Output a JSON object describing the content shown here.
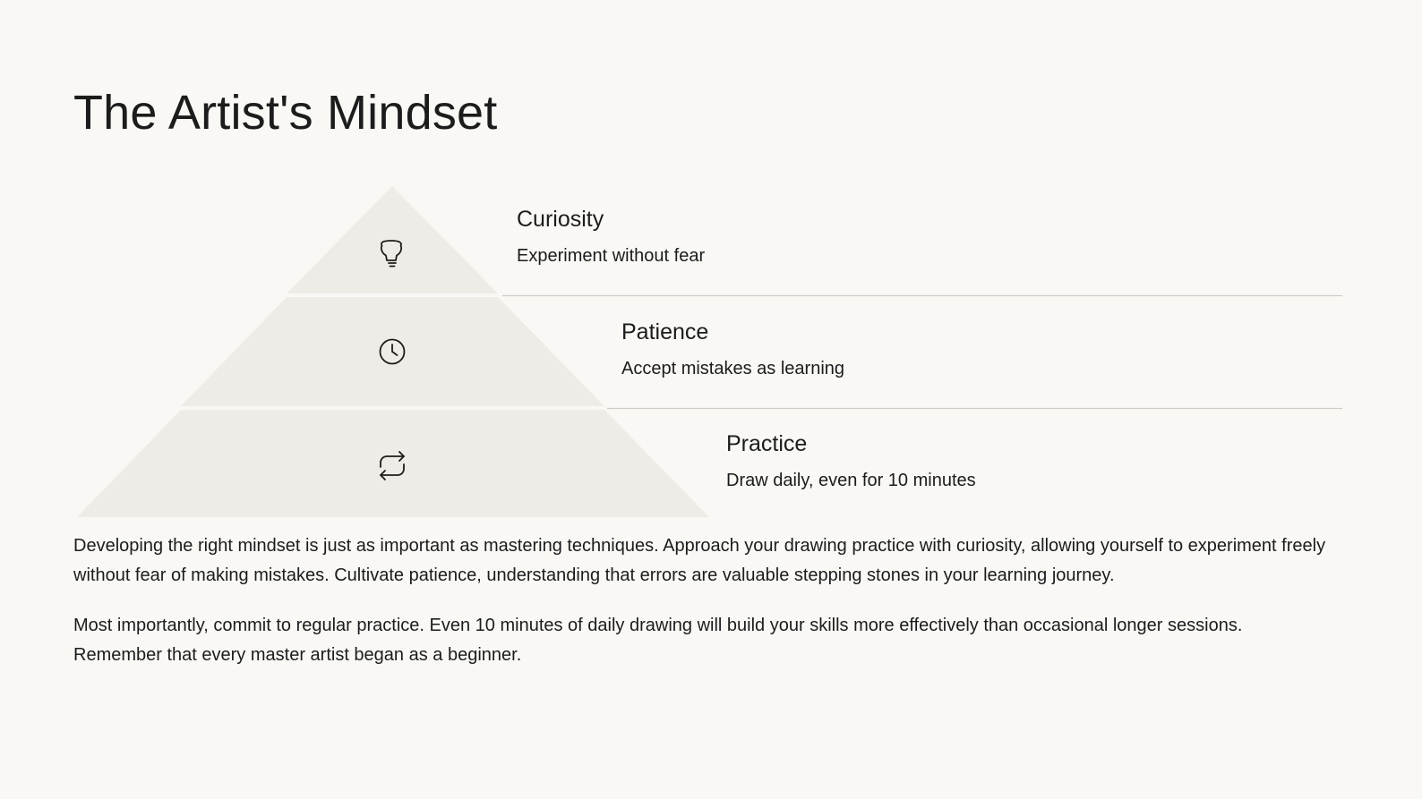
{
  "title": "The Artist's Mindset",
  "levels": [
    {
      "title": "Curiosity",
      "desc": "Experiment without fear",
      "icon": "lightbulb-icon"
    },
    {
      "title": "Patience",
      "desc": "Accept mistakes as learning",
      "icon": "clock-icon"
    },
    {
      "title": "Practice",
      "desc": "Draw daily, even for 10 minutes",
      "icon": "repeat-icon"
    }
  ],
  "paragraphs": [
    "Developing the right mindset is just as important as mastering techniques. Approach your drawing practice with curiosity, allowing yourself to experiment freely without fear of making mistakes. Cultivate patience, understanding that errors are valuable stepping stones in your learning journey.",
    "Most importantly, commit to regular practice. Even 10 minutes of daily drawing will build your skills more effectively than occasional longer sessions. Remember that every master artist began as a beginner."
  ],
  "colors": {
    "background": "#f9f8f5",
    "pyramid_fill": "#eeece6",
    "divider": "#cfcdc8",
    "text": "#1c1c1c"
  }
}
